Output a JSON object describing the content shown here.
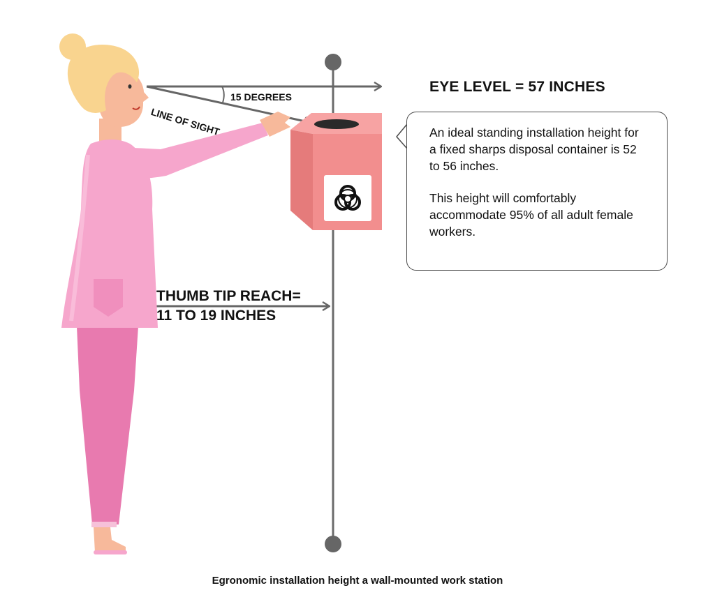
{
  "labels": {
    "eye_level": "EYE LEVEL = 57 INCHES",
    "degrees": "15 DEGREES",
    "line_of_sight": "LINE OF SIGHT",
    "thumb_reach_line1": "THUMB TIP REACH=",
    "thumb_reach_line2": "11 TO 19 INCHES"
  },
  "callout": {
    "paragraph1": "An ideal standing installation height for a fixed sharps disposal container is 52 to 56 inches.",
    "paragraph2": "This height will comfortably accommodate 95% of all adult female workers."
  },
  "caption": "Egronomic installation height a wall-mounted work station",
  "icons": [
    "biohazard-icon"
  ],
  "colors": {
    "hair": "#f9d48f",
    "skin": "#f7b99b",
    "coat": "#f6a6cc",
    "trousers": "#e87aaf",
    "container": "#f28e8e",
    "arrow": "#666666",
    "pole": "#6b6b6b"
  }
}
